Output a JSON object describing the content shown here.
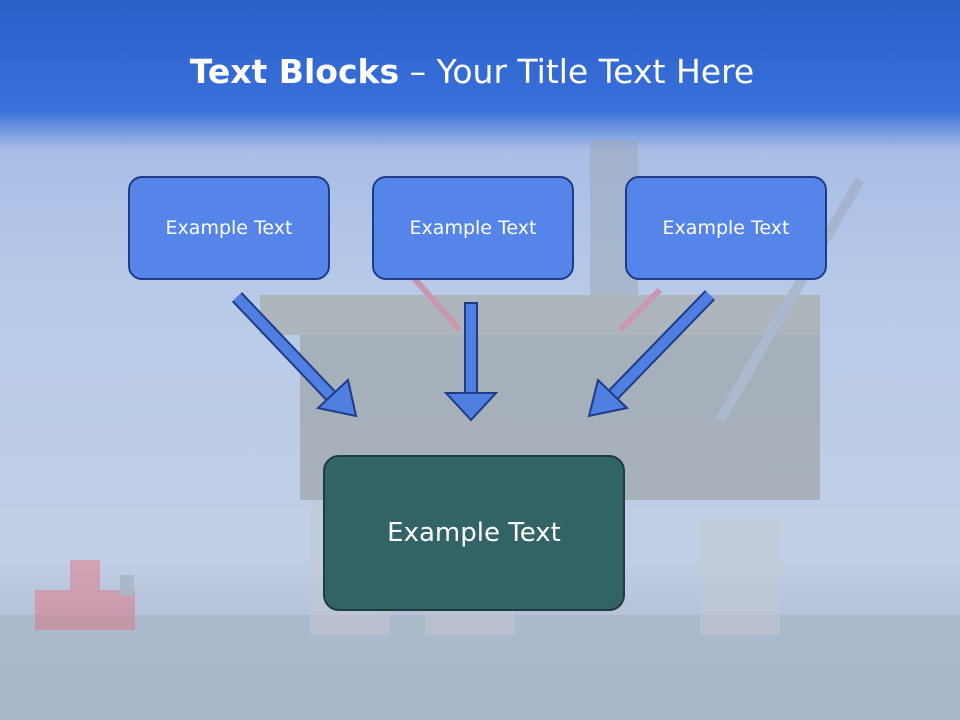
{
  "title": {
    "bold": "Text Blocks",
    "separator": " – ",
    "rest": "Your Title Text Here"
  },
  "blocks": [
    {
      "label": "Example Text"
    },
    {
      "label": "Example Text"
    },
    {
      "label": "Example Text"
    }
  ],
  "main_block": {
    "label": "Example Text"
  },
  "colors": {
    "header": "#2a5fc8",
    "block_fill": "#5585e8",
    "block_border": "#1f3c86",
    "main_fill": "#326466",
    "arrow": "#4f7fe0"
  }
}
